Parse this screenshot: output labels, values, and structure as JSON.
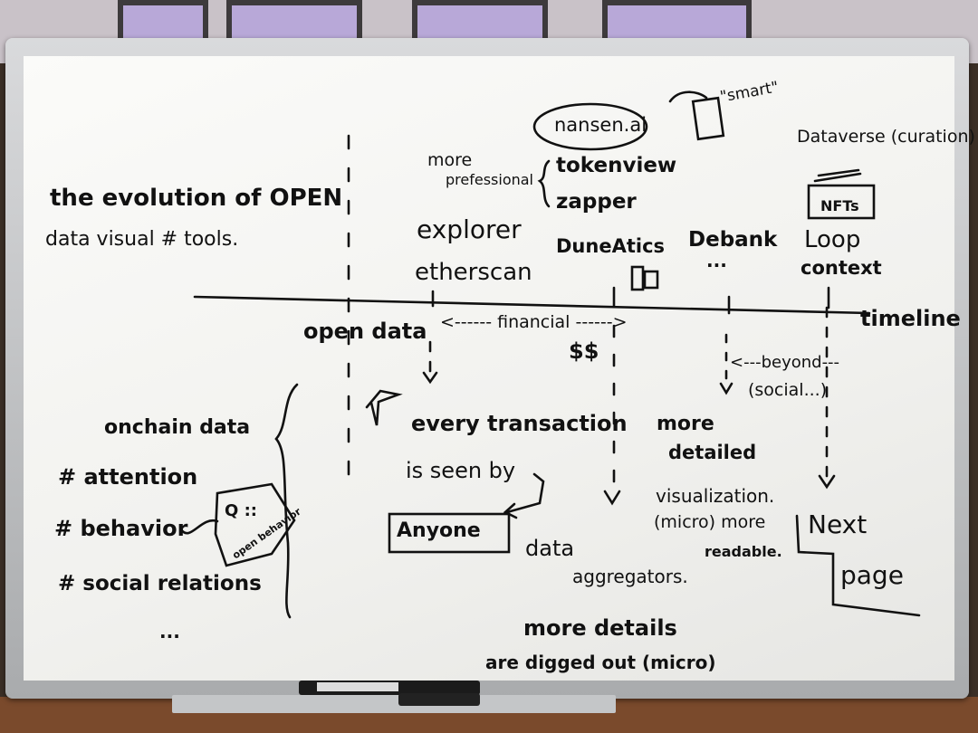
{
  "left": {
    "title_line1": "the evolution of OPEN",
    "title_line2": "data visual # tools."
  },
  "open_data": "open data",
  "timeline": "timeline",
  "era_explorer": {
    "extra_line1": "more",
    "extra_line2": "prefessional",
    "tools": [
      "tokenview",
      "zapper"
    ],
    "name": "explorer",
    "example": "etherscan"
  },
  "nansen": "nansen.ai",
  "smart": "\"smart\"",
  "dune": "DuneAtics",
  "debank": "Debank",
  "debank_more": "...",
  "dataverse": "Dataverse (curation)",
  "nfts_badge": "NFTs",
  "loop": "Loop",
  "loop_context": "context",
  "financial": "<------ financial ------>",
  "dollars": "$$",
  "beyond": "<---beyond---",
  "social": "(social...)",
  "onchain": {
    "title": "onchain data",
    "items": [
      "# attention",
      "# behavior",
      "# social relations"
    ],
    "ellipsis": "...",
    "badge_q": "Q ::",
    "badge_text": "open behavior"
  },
  "every_tx_line1": "every transaction",
  "every_tx_line2": "is seen by",
  "anyone": "Anyone",
  "data_aggregators_1": "data",
  "data_aggregators_2": "aggregators.",
  "more_details_1": "more details",
  "more_details_2": "are digged out (micro)",
  "viz": [
    "more",
    "detailed",
    "visualization.",
    "(micro) more",
    "readable."
  ],
  "next_page_1": "Next",
  "next_page_2": "page"
}
